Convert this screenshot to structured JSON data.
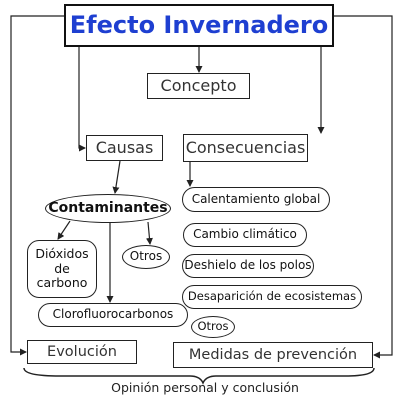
{
  "title": "Efecto Invernadero",
  "concepto": "Concepto",
  "causas": "Causas",
  "consecuencias": "Consecuencias",
  "contaminantes": "Contaminantes",
  "dioxidos": "Dióxidos de carbono",
  "otros_causas": "Otros",
  "clorofluorocarbonos": "Clorofluorocarbonos",
  "consecuencias_items": [
    "Calentamiento global",
    "Cambio climático",
    "Deshielo de los polos",
    "Desaparición de ecosistemas",
    "Otros"
  ],
  "evolucion": "Evolución",
  "medidas": "Medidas de prevención",
  "opinion": "Opinión personal y conclusión",
  "colors": {
    "title_text": "#1e3fd1",
    "line": "#222222"
  }
}
